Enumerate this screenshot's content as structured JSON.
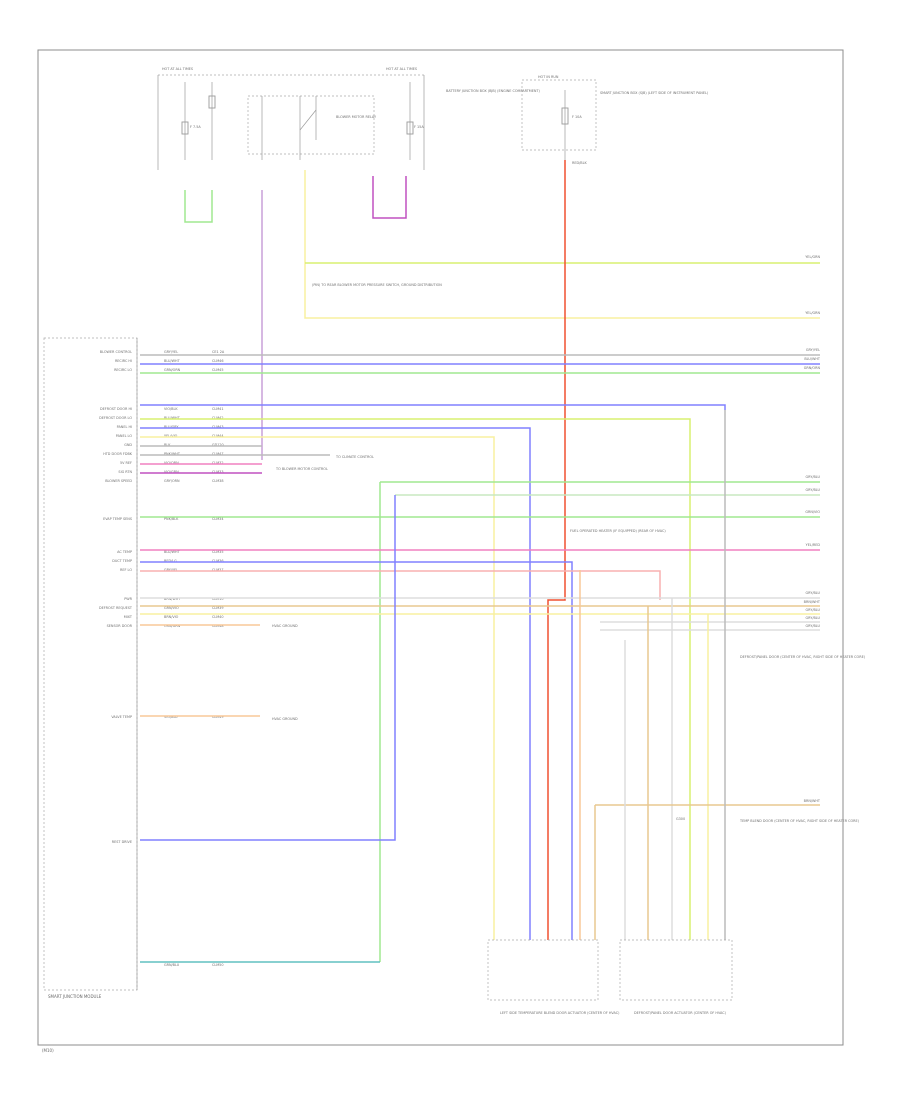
{
  "footer_code": "(M10)",
  "module_title": "SMART JUNCTION MODULE",
  "colors": {
    "blue": "#8080ff",
    "green": "#a0e890",
    "yellow_green": "#d8f070",
    "yellow": "#f8f0a0",
    "orange": "#f8c898",
    "red": "#f05030",
    "pink": "#f080c0",
    "purple": "#c080e0",
    "violet": "#c050c0",
    "gray": "#bbbbbb",
    "light_blue": "#b8c8f0",
    "teal": "#60c0c0",
    "tan": "#e8c890"
  },
  "top": {
    "hot_at_all_times_left": "HOT AT ALL TIMES",
    "hot_at_all_times_right": "HOT AT ALL TIMES",
    "hot_in_run": "HOT IN RUN",
    "fuse_a": "F 7.5A",
    "fuse_b": "F 10A",
    "fuse_c": "F 15A",
    "relay_label": "BLOWER MOTOR RELAY",
    "box_label": "BATTERY JUNCTION BOX (BJB) (ENGINE COMPARTMENT)",
    "right_box_label": "SMART JUNCTION BOX (SJB) (LEFT SIDE OF INSTRUMENT PANEL)",
    "right_wire": "RED/BLK"
  },
  "mid": {
    "splice_note": "(PIN) TO REAR BLOWER MOTOR PRESSURE SWITCH, GROUND DISTRIBUTION",
    "to_blower": "TO BLOWER MOTOR CONTROL",
    "to_climate": "TO CLIMATE CONTROL",
    "hvac_ground": "HVAC GROUND"
  },
  "left_signals": [
    {
      "name": "BLOWER CONTROL",
      "wire": "GRY/YEL",
      "circ": "CE1 2A"
    },
    {
      "name": "RECIRC HI",
      "wire": "BLU/WHT",
      "circ": "CLM46"
    },
    {
      "name": "RECIRC LO",
      "wire": "GRN/ORN",
      "circ": "CLM45"
    },
    {
      "name": "DEFROST DOOR HI",
      "wire": "VIO/BLK",
      "circ": "CLM41"
    },
    {
      "name": "DEFROST DOOR LO",
      "wire": "BLU/WHT",
      "circ": "CLM42"
    },
    {
      "name": "PANEL HI",
      "wire": "BLU/GRY",
      "circ": "CLM43"
    },
    {
      "name": "PANEL LO",
      "wire": "YEL/VIO",
      "circ": "CLM44"
    },
    {
      "name": "GND",
      "wire": "BLK",
      "circ": "GD120"
    },
    {
      "name": "HTD DOOR FDBK",
      "wire": "PNK/WHT",
      "circ": "CLM47"
    },
    {
      "name": "5V REF",
      "wire": "VIO/ORN",
      "circ": "CLM32"
    },
    {
      "name": "SIG RTN",
      "wire": "VIO/GRN",
      "circ": "CLM33"
    },
    {
      "name": "BLOWER SPEED",
      "wire": "GRY/ORN",
      "circ": "CLM38"
    },
    {
      "name": "EVAP TEMP SENS",
      "wire": "PNK/BLK",
      "circ": "CLM34"
    },
    {
      "name": "AC TEMP",
      "wire": "BLU/WHT",
      "circ": "CLM35"
    },
    {
      "name": "DUCT TEMP",
      "wire": "RED/LG",
      "circ": "CLM36"
    },
    {
      "name": "REF LO",
      "wire": "GRY/YEL",
      "circ": "CLM37"
    },
    {
      "name": "PWR",
      "wire": "BRN/WHT",
      "circ": "CLM10"
    },
    {
      "name": "DEFROST REQUEST",
      "wire": "GRN/VIO",
      "circ": "CLM39"
    },
    {
      "name": "MIXT",
      "wire": "BRN/VIO",
      "circ": "CLM40"
    },
    {
      "name": "SENSOR DOOR",
      "wire": "ORN/GRN",
      "circ": "CLM48"
    },
    {
      "name": "VALVE TEMP",
      "wire": "VIO/BLU",
      "circ": "CLM49"
    },
    {
      "name": "REST DRIVE",
      "wire": "GRN/BLU",
      "circ": "CLM50"
    }
  ],
  "right_wires": [
    "YEL/GRN",
    "YEL/GRN",
    "GRY/YEL",
    "BLU/WHT",
    "GRN/ORN",
    "GRY/BLU",
    "GRY/BLU",
    "GRN/VIO",
    "YEL/RED",
    "GRY/BLU",
    "BRN/WHT",
    "GRY/BLU",
    "GRY/BLU",
    "GRY/BLU",
    "BRN/WHT"
  ],
  "bottom": {
    "left_actuator": "LEFT SIDE TEMPERATURE BLEND DOOR ACTUATOR (CENTER OF HVAC)",
    "right_actuator": "DEFROST/PANEL DOOR ACTUATOR (CENTER OF HVAC)",
    "fuel_note": "FUEL OPERATED HEATER (IF EQUIPPED) (REAR OF HVAC)",
    "door_note_top": "DEFROST/PANEL DOOR (CENTER OF HVAC, RIGHT SIDE OF HEATER CORE)",
    "door_note_bottom": "TEMP BLEND DOOR (CENTER OF HVAC, RIGHT SIDE OF HEATER CORE)",
    "ground_label": "G300"
  }
}
